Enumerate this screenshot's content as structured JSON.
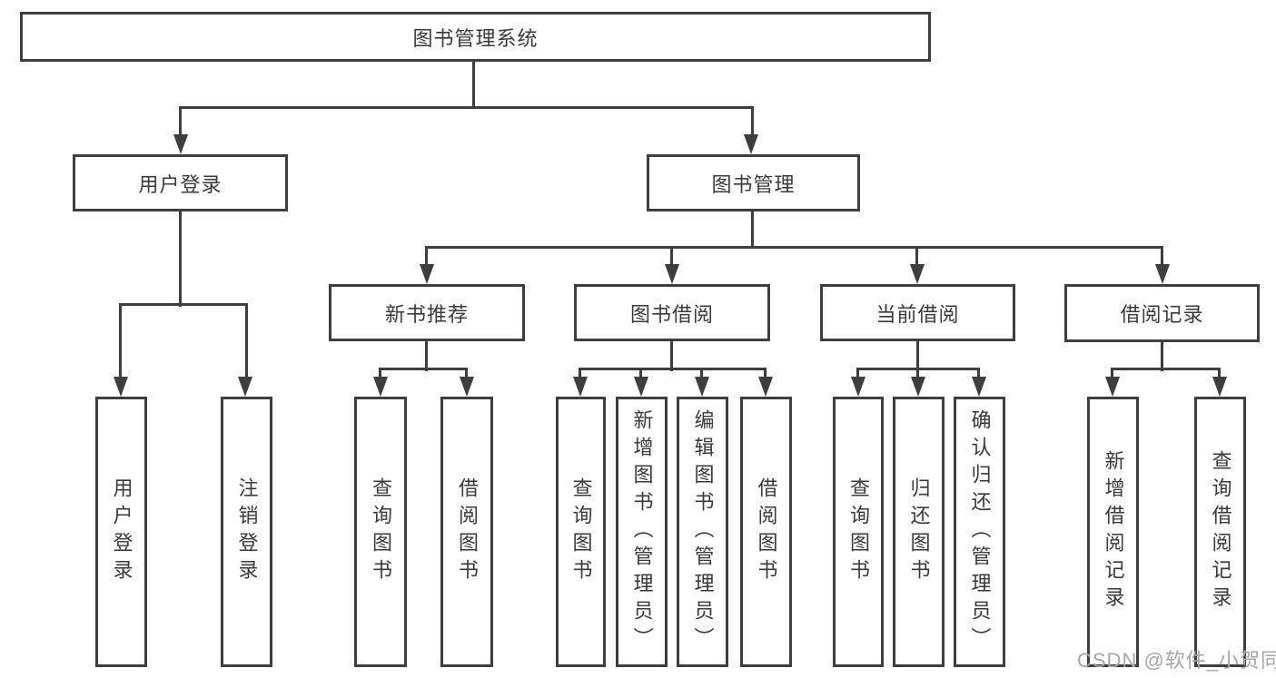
{
  "diagram": {
    "root": {
      "label": "图书管理系统"
    },
    "branches": [
      {
        "label": "用户登录",
        "children": [
          {
            "label": "用户登录"
          },
          {
            "label": "注销登录"
          }
        ]
      },
      {
        "label": "图书管理",
        "children": [
          {
            "label": "新书推荐",
            "children": [
              {
                "label": "查询图书"
              },
              {
                "label": "借阅图书"
              }
            ]
          },
          {
            "label": "图书借阅",
            "children": [
              {
                "label": "查询图书"
              },
              {
                "label": "新增图书（管理员）"
              },
              {
                "label": "编辑图书（管理员）"
              },
              {
                "label": "借阅图书"
              }
            ]
          },
          {
            "label": "当前借阅",
            "children": [
              {
                "label": "查询图书"
              },
              {
                "label": "归还图书"
              },
              {
                "label": "确认归还（管理员）"
              }
            ]
          },
          {
            "label": "借阅记录",
            "children": [
              {
                "label": "新增借阅记录"
              },
              {
                "label": "查询借阅记录"
              }
            ]
          }
        ]
      }
    ]
  },
  "watermark": {
    "text": "CSDN @软件_小贺同学"
  },
  "colors": {
    "line": "#3e3e3e",
    "text": "#3a3a3a",
    "watermark": "#a6a6a6",
    "background": "#ffffff"
  }
}
